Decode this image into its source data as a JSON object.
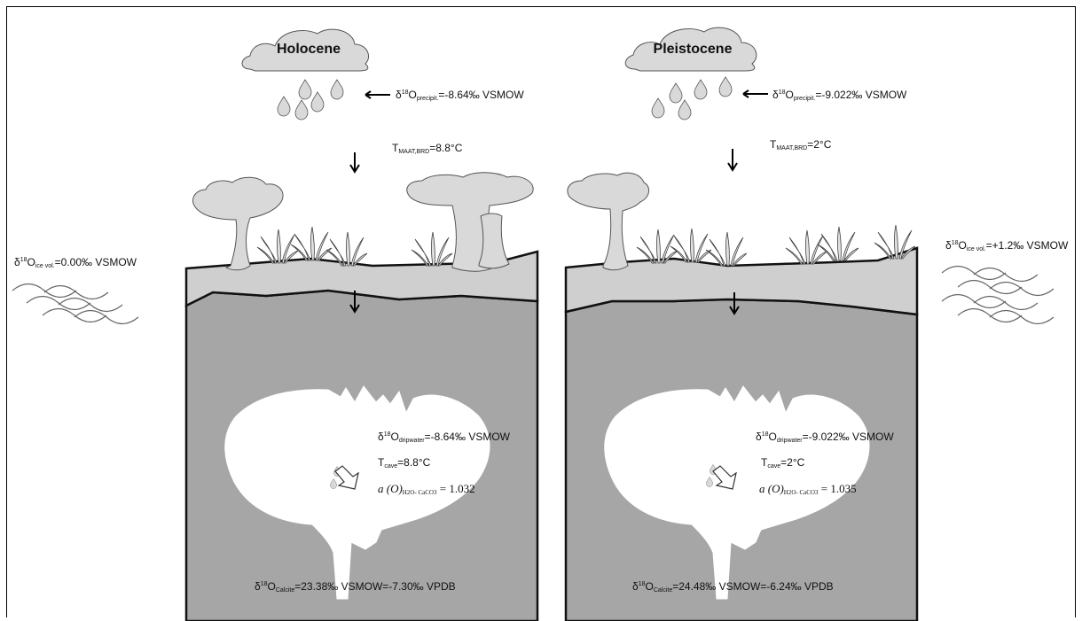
{
  "panels": [
    {
      "period": "Holocene",
      "precip": {
        "symbol": "δ",
        "sup": "18",
        "base": "O",
        "sub": "precipit.",
        "value": "=-8.64‰ VSMOW"
      },
      "temp": {
        "base": "T",
        "sub": "MAAT,BRD",
        "value": "=8.8°C"
      },
      "dripwater": {
        "symbol": "δ",
        "sup": "18",
        "base": "O",
        "sub": "dripwater",
        "value": "=-8.64‰ VSMOW"
      },
      "cave_temp": {
        "base": "T",
        "sub": "cave",
        "value": "=8.8°C"
      },
      "fractionation": {
        "prefix": "a (O)",
        "sub": "H2O- CaCO3",
        "value": " = 1.032"
      },
      "calcite": {
        "symbol": "δ",
        "sup": "18",
        "base": "O",
        "sub": "Calcite",
        "value": "=23.38‰ VSMOW=-7.30‰ VPDB"
      }
    },
    {
      "period": "Pleistocene",
      "precip": {
        "symbol": "δ",
        "sup": "18",
        "base": "O",
        "sub": "precipit.",
        "value": "=-9.022‰ VSMOW"
      },
      "temp": {
        "base": "T",
        "sub": "MAAT,BRD",
        "value": "=2°C"
      },
      "dripwater": {
        "symbol": "δ",
        "sup": "18",
        "base": "O",
        "sub": "dripwater",
        "value": "=-9.022‰ VSMOW"
      },
      "cave_temp": {
        "base": "T",
        "sub": "cave",
        "value": "=2°C"
      },
      "fractionation": {
        "prefix": "a (O)",
        "sub": "H2O- CaCO3",
        "value": " = 1.035"
      },
      "calcite": {
        "symbol": "δ",
        "sup": "18",
        "base": "O",
        "sub": "Calcite",
        "value": "=24.48‰ VSMOW=-6.24‰ VPDB"
      }
    }
  ],
  "ice_volume": [
    {
      "symbol": "δ",
      "sup": "18",
      "base": "O",
      "sub": "ice vol.",
      "value": "=0.00‰ VSMOW"
    },
    {
      "symbol": "δ",
      "sup": "18",
      "base": "O",
      "sub": "ice vol.",
      "value": "=+1.2‰ VSMOW"
    }
  ],
  "colors": {
    "cloud": "#d9d9d9",
    "soil": "#cfcfcf",
    "rock": "#a6a6a6",
    "cave": "#ffffff",
    "outline": "#111111"
  }
}
